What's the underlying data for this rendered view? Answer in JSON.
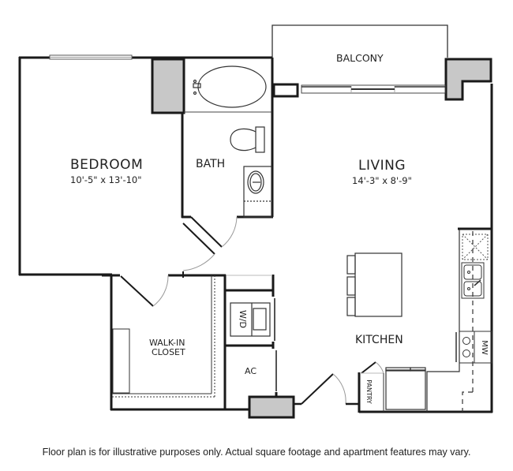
{
  "floor_plan": {
    "rooms": [
      {
        "id": "bedroom",
        "name": "BEDROOM",
        "dimensions": "10'-5\" x 13'-10\""
      },
      {
        "id": "bath",
        "name": "BATH"
      },
      {
        "id": "living",
        "name": "LIVING",
        "dimensions": "14'-3\" x 8'-9\""
      },
      {
        "id": "balcony",
        "name": "BALCONY"
      },
      {
        "id": "kitchen",
        "name": "KITCHEN"
      },
      {
        "id": "walk_in_closet",
        "name_line1": "WALK-IN",
        "name_line2": "CLOSET"
      },
      {
        "id": "washer_dryer",
        "name": "W/D"
      },
      {
        "id": "ac",
        "name": "AC"
      },
      {
        "id": "pantry",
        "name": "PANTRY"
      },
      {
        "id": "microwave",
        "name": "MW"
      }
    ],
    "fixtures": [
      "bathtub",
      "toilet",
      "bathroom-sink",
      "double-kitchen-sink",
      "dishwasher",
      "cooktop-range",
      "refrigerator",
      "kitchen-island-with-3-stools",
      "washer-dryer"
    ],
    "colors": {
      "wall": "#1a1a1a",
      "column_fill": "#c8c8c8",
      "line": "#444444",
      "door_swing": "#9a9a9a"
    }
  },
  "disclaimer": "Floor plan is for illustrative purposes only.  Actual square footage and apartment features may vary."
}
